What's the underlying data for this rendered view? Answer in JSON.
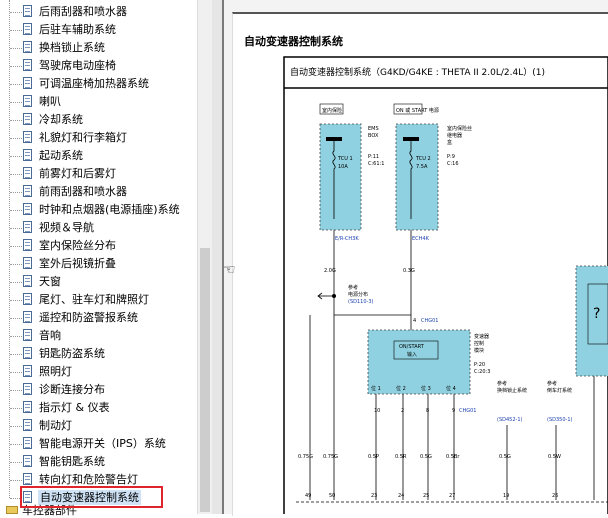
{
  "tree": {
    "items": [
      {
        "label": "后雨刮器和喷水器"
      },
      {
        "label": "后驻车辅助系统"
      },
      {
        "label": "换档锁止系统"
      },
      {
        "label": "驾驶席电动座椅"
      },
      {
        "label": "可调温座椅加热器系统"
      },
      {
        "label": "喇叭"
      },
      {
        "label": "冷却系统"
      },
      {
        "label": "礼貌灯和行李箱灯"
      },
      {
        "label": "起动系统"
      },
      {
        "label": "前雾灯和后雾灯"
      },
      {
        "label": "前雨刮器和喷水器"
      },
      {
        "label": "时钟和点烟器(电源插座)系统"
      },
      {
        "label": "视频＆导航"
      },
      {
        "label": "室内保险丝分布"
      },
      {
        "label": "室外后视镜折叠"
      },
      {
        "label": "天窗"
      },
      {
        "label": "尾灯、驻车灯和牌照灯"
      },
      {
        "label": "遥控和防盗警报系统"
      },
      {
        "label": "音响"
      },
      {
        "label": "钥匙防盗系统"
      },
      {
        "label": "照明灯"
      },
      {
        "label": "诊断连接分布"
      },
      {
        "label": "指示灯 & 仪表"
      },
      {
        "label": "制动灯"
      },
      {
        "label": "智能电源开关（IPS）系统"
      },
      {
        "label": "智能钥匙系统"
      },
      {
        "label": "转向灯和危险警告灯"
      },
      {
        "label": "自动变速器控制系统"
      }
    ],
    "folder_label": "车控器部件"
  },
  "document": {
    "section_title": "自动变速器控制系统",
    "diagram_title": "自动变速器控制系统（G4KD/G4KE : THETA II 2.0L/2.4L）(1)",
    "fuse1_box": "室内保险",
    "fuse1_side": [
      "EMS",
      "BOX"
    ],
    "fuse1_name": [
      "TCU 1",
      "10A"
    ],
    "fuse1_conn": [
      "P:11",
      "C:61:1"
    ],
    "fuse2_box": "ON 或 START 电源",
    "fuse2_side": [
      "室内保险丝",
      "继电器",
      "盒"
    ],
    "fuse2_name": [
      "TCU 2",
      "7.5A"
    ],
    "fuse2_conn": [
      "P:9",
      "C:16"
    ],
    "conn1": "E/R-CH3K",
    "conn2": "ECH4K",
    "wire1": "2.0G",
    "wire2": "0.3G",
    "ref_note": [
      "参考",
      "电源分布"
    ],
    "ref_code": "(SD110-3)",
    "pin_4": "4",
    "chg01": "CHG01",
    "tcm_title": "ON/START",
    "tcm_sub": "输入",
    "tcm_side": [
      "变速器",
      "控制",
      "模块",
      "P:20",
      "C:20:3"
    ],
    "pos_labels": [
      "位 1",
      "位 2",
      "位 3",
      "位 4"
    ],
    "pins_bottom": [
      "10",
      "2",
      "8",
      "9"
    ],
    "chg01b": "CHG01",
    "ref2": [
      "参考",
      "换档锁止系统"
    ],
    "ref2_code": "(SD452-1)",
    "ref3": [
      "参考",
      "倒车灯系统"
    ],
    "ref3_code": "(SD350-1)",
    "wire_row": [
      "0.75G",
      "0.75G",
      "0.5P",
      "0.5R",
      "0.5G",
      "0.5Br",
      "0.5G",
      "0.5W"
    ],
    "bottom_pins": [
      "49",
      "50",
      "23",
      "24",
      "25",
      "27",
      "19",
      "26"
    ],
    "question_mark": "?"
  }
}
